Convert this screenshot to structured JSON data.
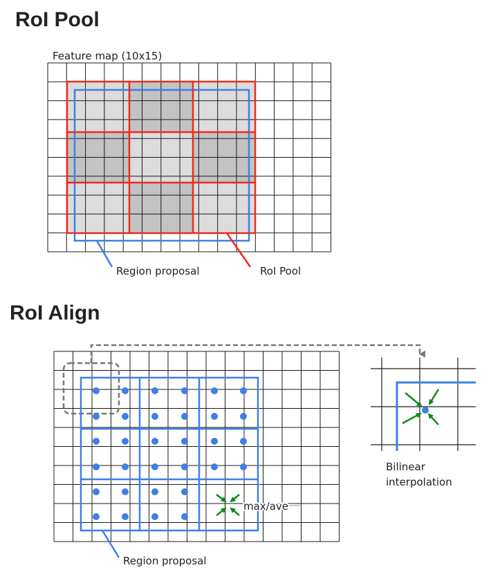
{
  "sections": {
    "roi_pool": {
      "title": "RoI Pool",
      "feature_map_label": "Feature map (10x15)",
      "region_proposal_label": "Region proposal",
      "roi_pool_label": "RoI Pool"
    },
    "roi_align": {
      "title": "RoI Align",
      "region_proposal_label": "Region proposal",
      "pooling_label": "max/ave",
      "inset_label_line1": "Bilinear",
      "inset_label_line2": "interpolation"
    }
  },
  "colors": {
    "grid": "#1a1a1a",
    "roi_pool_red": "#ee2b1c",
    "region_blue": "#3e7fe7",
    "sample_point": "#3e7fe7",
    "arrow_green": "#0f8a17",
    "dashed_gray": "#777777",
    "dark_fill": "#c3c3c3",
    "light_fill": "#dcdcdc"
  },
  "feature_map": {
    "rows": 10,
    "cols": 15
  },
  "pool_bins": 3
}
